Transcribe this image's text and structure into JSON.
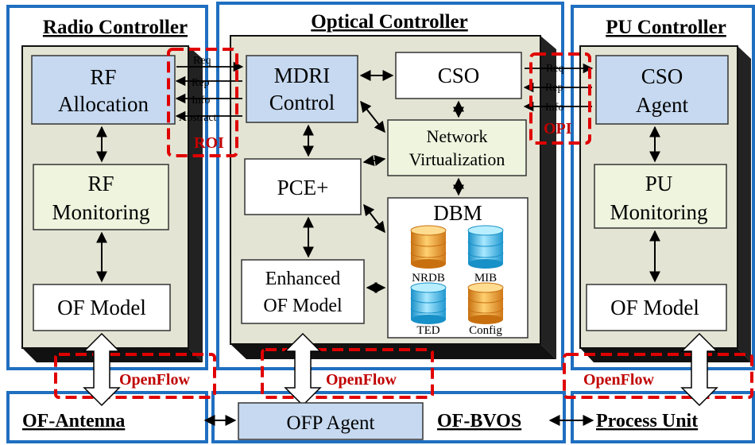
{
  "radio_controller": {
    "title": "Radio Controller",
    "rf_allocation": [
      "RF",
      "Allocation"
    ],
    "rf_monitoring": [
      "RF",
      "Monitoring"
    ],
    "of_model": "OF Model",
    "interface_labels": [
      "Req",
      "Rep",
      "Info",
      "Abstract"
    ],
    "roi_label": "ROI"
  },
  "optical_controller": {
    "title": "Optical Controller",
    "mdri_control": [
      "MDRI",
      "Control"
    ],
    "cso": "CSO",
    "network_virtualization": [
      "Network",
      "Virtualization"
    ],
    "pce": "PCE+",
    "dbm": "DBM",
    "databases": [
      "NRDB",
      "MIB",
      "TED",
      "Config"
    ],
    "enhanced_of_model": [
      "Enhanced",
      "OF Model"
    ],
    "opi_label": "OPI"
  },
  "pu_controller": {
    "title": "PU Controller",
    "cso_agent": [
      "CSO",
      "Agent"
    ],
    "pu_monitoring": [
      "PU",
      "Monitoring"
    ],
    "of_model": "OF Model",
    "interface_labels": [
      "Req",
      "Rep",
      "Info"
    ]
  },
  "openflow_labels": [
    "OpenFlow",
    "OpenFlow",
    "OpenFlow"
  ],
  "bottom": {
    "of_antenna": "OF-Antenna",
    "ofp_agent": "OFP Agent",
    "of_bvos": "OF-BVOS",
    "process_unit": "Process Unit"
  },
  "colors": {
    "frame_blue": "#1f6fc0",
    "block_fill": "#e4e4d4",
    "block_shadow": "#1e1e1e",
    "light_blue": "#c6d9f0",
    "light_green": "#eef4de",
    "red_dash": "#e00000",
    "db_orange": "#f0a030",
    "db_cyan": "#3ab8e8"
  }
}
